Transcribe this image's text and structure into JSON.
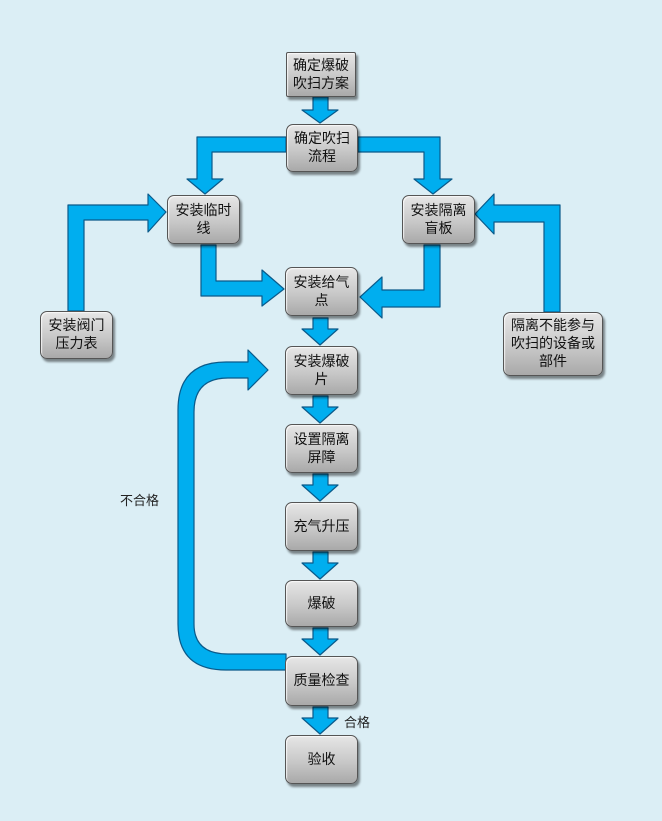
{
  "colors": {
    "background": "#dbeef5",
    "arrow_fill": "#00aeef",
    "arrow_stroke": "#0a5a8a",
    "node_fill": "#c8c8c8"
  },
  "nodes": {
    "confirm_plan": "确定爆破\n吹扫方案",
    "confirm_flow": "确定吹扫\n流程",
    "install_temp_line": "安装临时\n线",
    "install_blind": "安装隔离\n盲板",
    "install_valve_gauge": "安装阀门\n压力表",
    "install_gas_point": "安装给气\n点",
    "isolate_equipment": "隔离不能参与\n吹扫的设备或\n部件",
    "install_rupture_disc": "安装爆破\n片",
    "set_barrier": "设置隔离\n屏障",
    "pressurize": "充气升压",
    "blast": "爆破",
    "quality_check": "质量检查",
    "acceptance": "验收"
  },
  "edge_labels": {
    "fail": "不合格",
    "pass": "合格"
  }
}
